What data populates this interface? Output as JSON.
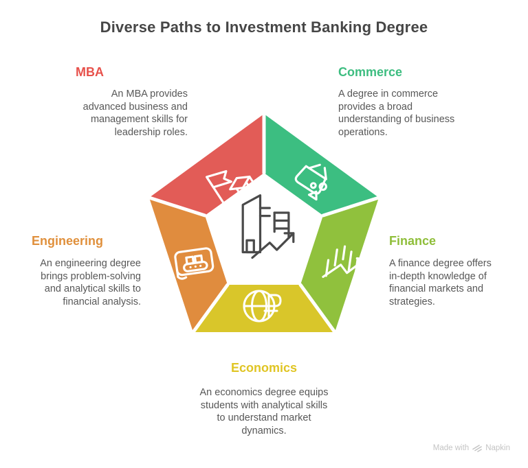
{
  "title": "Diverse Paths to Investment Banking Degree",
  "segments": [
    {
      "label": "MBA",
      "heading_color": "#e7514b",
      "fill": "#e25c57",
      "icon": "graduation-cap-flag-icon",
      "description": "An MBA provides advanced business and management skills for leadership roles."
    },
    {
      "label": "Commerce",
      "heading_color": "#3dbd80",
      "fill": "#3cbe81",
      "icon": "shopping-basket-icon",
      "description": "A degree in commerce provides a broad understanding of business operations."
    },
    {
      "label": "Finance",
      "heading_color": "#8fbe3a",
      "fill": "#90c13d",
      "icon": "candlestick-chart-icon",
      "description": "A finance degree offers in-depth knowledge of financial markets and strategies."
    },
    {
      "label": "Economics",
      "heading_color": "#e0c524",
      "fill": "#d9c62a",
      "icon": "globe-currency-icon",
      "description": "An economics degree equips students with analytical skills to understand market dynamics."
    },
    {
      "label": "Engineering",
      "heading_color": "#e0903c",
      "fill": "#e08c3e",
      "icon": "conveyor-scroll-icon",
      "description": "An engineering degree brings problem-solving and analytical skills to financial analysis."
    }
  ],
  "center": {
    "icon": "building-growth-arrow-icon"
  },
  "footer": {
    "made_with": "Made with",
    "brand": "Napkin",
    "icon": "napkin-zigzag-icon"
  }
}
